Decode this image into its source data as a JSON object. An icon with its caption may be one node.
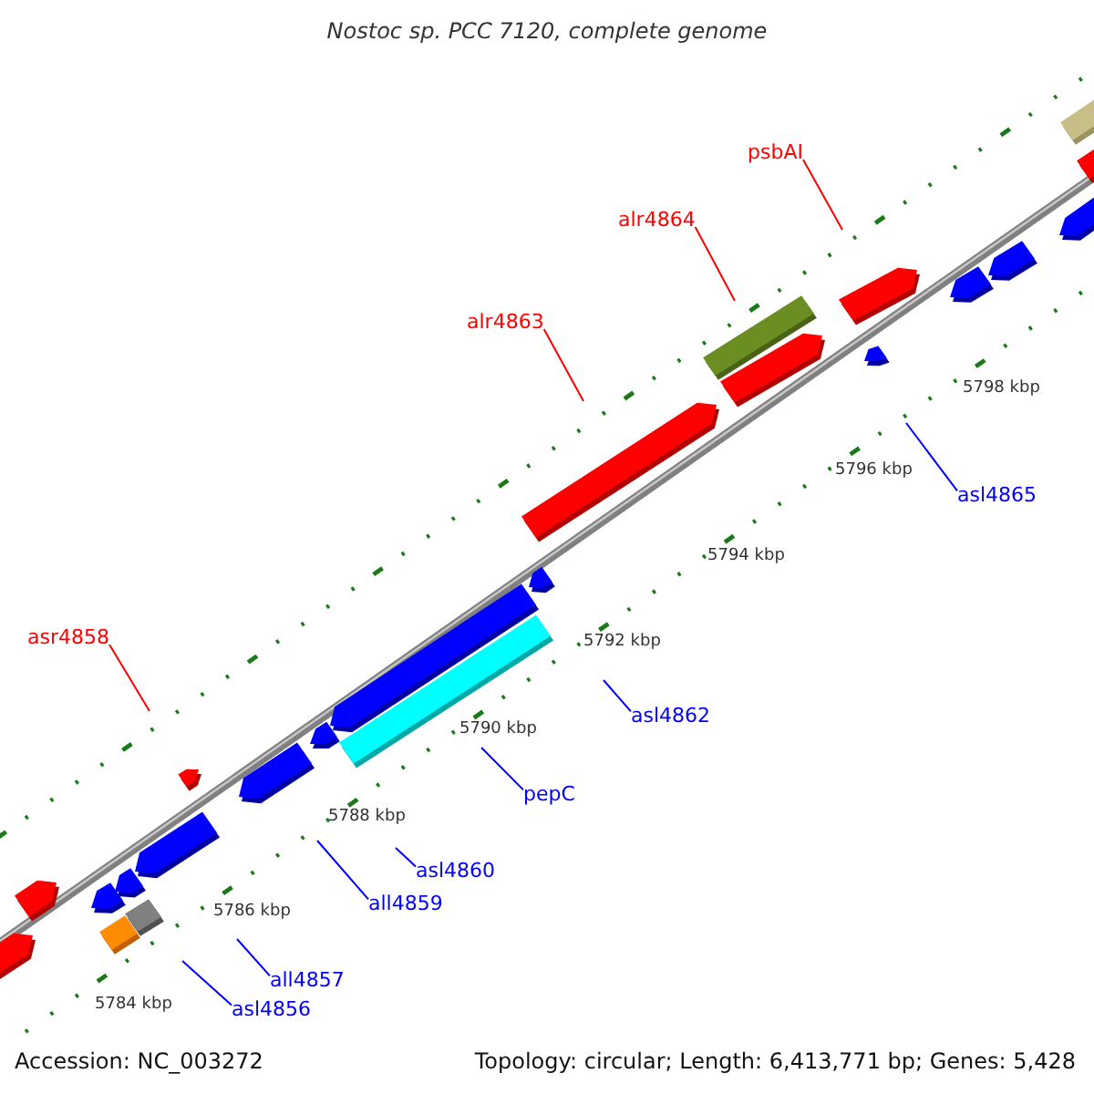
{
  "diagram": {
    "title": "Nostoc sp. PCC 7120, complete genome",
    "nodes": [
      {
        "text": [
          "psbAI"
        ]
      },
      {
        "text": [
          "alr4864"
        ]
      },
      {
        "text": [
          "alr4863"
        ]
      },
      {
        "text": [
          "asl4865"
        ]
      },
      {
        "text": [
          "asr4858"
        ]
      },
      {
        "text": [
          "asl4862"
        ]
      },
      {
        "text": [
          "pepC"
        ]
      },
      {
        "text": [
          "asl4860"
        ]
      },
      {
        "text": [
          "all4859"
        ]
      },
      {
        "text": [
          "all4857"
        ]
      },
      {
        "text": [
          "asl4856"
        ]
      }
    ],
    "edges": [
      {
        "from": 0,
        "to": null,
        "arrow": "none",
        "color": "#ff0000"
      },
      {
        "from": 1,
        "to": null,
        "arrow": "none",
        "color": "#ff0000"
      },
      {
        "from": 2,
        "to": null,
        "arrow": "none",
        "color": "#ff0000"
      },
      {
        "from": 3,
        "to": null,
        "arrow": "none"
      },
      {
        "from": 4,
        "to": null,
        "arrow": "none",
        "color": "#ff0000"
      },
      {
        "from": 5,
        "to": null,
        "arrow": "none"
      },
      {
        "from": 6,
        "to": null,
        "arrow": "none"
      },
      {
        "from": 7,
        "to": null,
        "arrow": "none"
      },
      {
        "from": 8,
        "to": null,
        "arrow": "none"
      },
      {
        "from": 9,
        "to": null,
        "arrow": "none"
      },
      {
        "from": 10,
        "to": null,
        "arrow": "none"
      }
    ],
    "labels": [
      "5798 kbp",
      "5796 kbp",
      "5794 kbp",
      "5792 kbp",
      "5790 kbp",
      "5788 kbp",
      "5786 kbp",
      "5784 kbp",
      "Accession: NC_003272",
      "Topology: circular; Length: 6,413,771 bp; Genes: 5,428"
    ]
  }
}
